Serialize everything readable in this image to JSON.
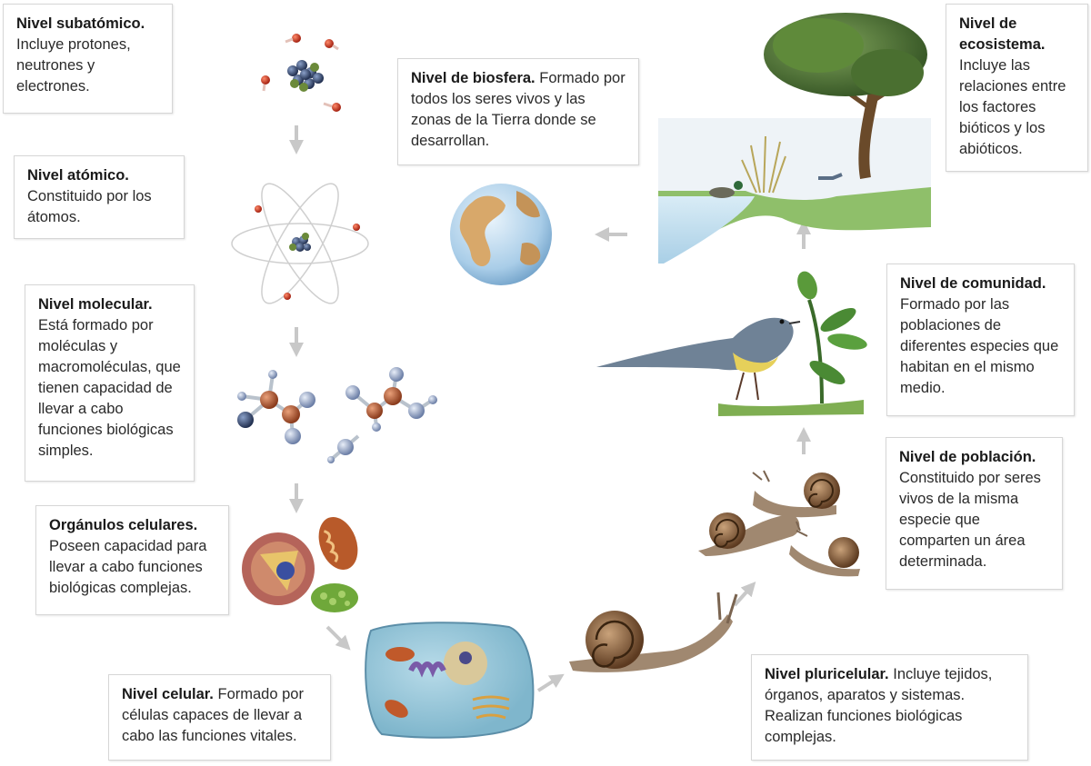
{
  "levels": {
    "subatomico": {
      "title": "Nivel subatómico.",
      "text": "Incluye protones, neutrones y electrones."
    },
    "atomico": {
      "title": "Nivel atómico.",
      "text": "Constituido por los átomos."
    },
    "molecular": {
      "title": "Nivel molecular.",
      "text": "Está formado por moléculas y macromoléculas, que tienen capacidad de llevar a cabo funciones biológicas simples."
    },
    "organulos": {
      "title": "Orgánulos celulares.",
      "text": "Poseen capacidad para llevar a cabo funciones biológicas complejas."
    },
    "celular": {
      "title": "Nivel celular.",
      "text": "Formado por células capaces de llevar a cabo las funciones vitales."
    },
    "pluricelular": {
      "title": "Nivel pluricelular.",
      "text": "Incluye tejidos, órganos, aparatos y sistemas. Realizan funciones biológicas complejas."
    },
    "poblacion": {
      "title": "Nivel de población.",
      "text": "Constituido por seres vivos de la misma especie que comparten un área determinada."
    },
    "comunidad": {
      "title": "Nivel de comunidad.",
      "text": "Formado por las poblaciones de diferentes especies que habitan en el mismo medio."
    },
    "ecosistema": {
      "title": "Nivel de ecosistema.",
      "text": "Incluye las relaciones entre los factores bióticos y los abióticos."
    },
    "biosfera": {
      "title": "Nivel de biosfera.",
      "text": "Formado por todos los seres vivos y las zonas de la Tierra donde se desarrollan."
    }
  },
  "colors": {
    "arrow": "#c8c8c8",
    "border": "#d6d6d6",
    "proton": "#c0392b",
    "nucleus": "#4a5b3a"
  }
}
